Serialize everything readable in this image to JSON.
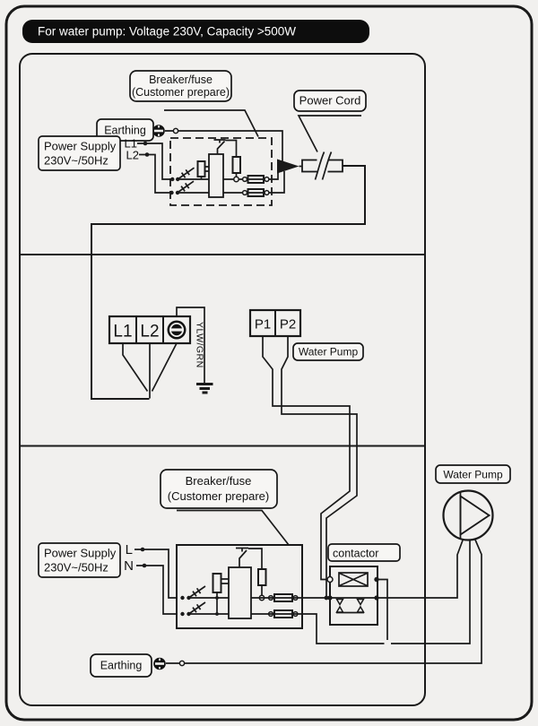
{
  "banner": {
    "text": "For water pump: Voltage 230V, Capacity >500W"
  },
  "labels": {
    "breaker_fuse_line1": "Breaker/fuse",
    "breaker_fuse_line2": "(Customer prepare)",
    "power_cord": "Power Cord",
    "earthing": "Earthing",
    "power_supply_line1": "Power Supply",
    "power_supply_line2": "230V~/50Hz",
    "water_pump": "Water Pump",
    "contactor": "contactor",
    "wire_color": "YLW/GRN"
  },
  "terminals": {
    "top_l1": "L1",
    "top_l2": "L2",
    "block_l1": "L1",
    "block_l2": "L2",
    "p1": "P1",
    "p2": "P2",
    "bottom_l": "L",
    "bottom_n": "N"
  },
  "colors": {
    "line": "#1a1a1a",
    "background": "#f1f0ee",
    "banner_bg": "#0d0d0d",
    "banner_text": "#ffffff",
    "label_fill": "#f7f6f4"
  }
}
